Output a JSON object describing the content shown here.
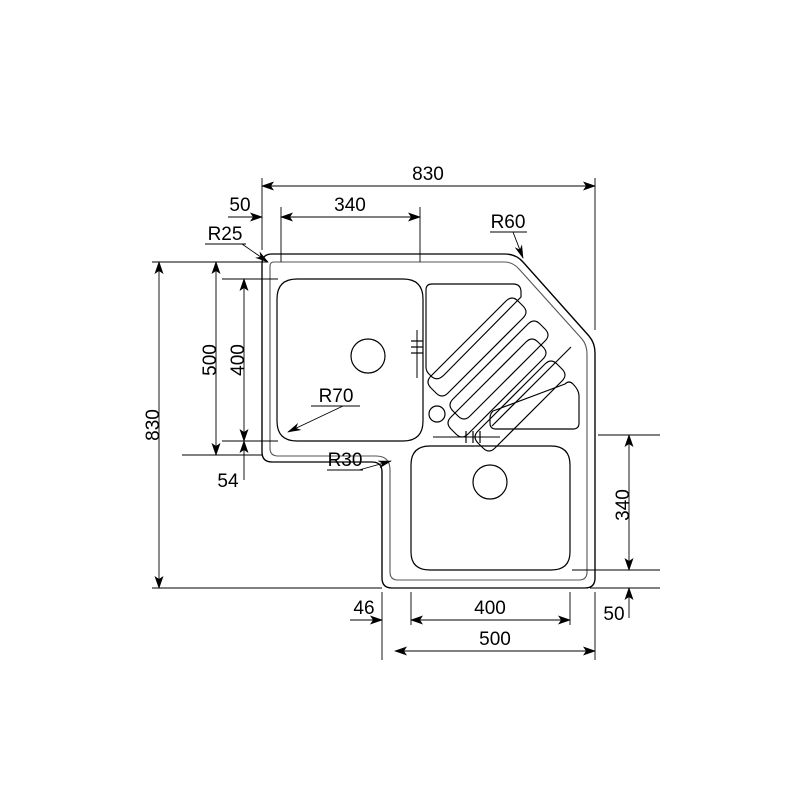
{
  "drawing": {
    "title": "Corner Kitchen Sink Technical Drawing",
    "type": "2d-orthographic-plan-view",
    "units": "mm",
    "line_color": "#000000",
    "background_color": "#ffffff"
  },
  "dimensions": {
    "top_overall": "830",
    "top_offset_left": "50",
    "top_bowl_width": "340",
    "left_overall": "830",
    "left_bowl_offset": "500",
    "left_bowl_height": "400",
    "left_bottom_offset": "54",
    "right_bowl_height": "340",
    "right_bottom_offset": "50",
    "bottom_left_offset": "46",
    "bottom_bowl_width": "400",
    "bottom_overall": "500"
  },
  "radii": {
    "corner_top_left": "R25",
    "corner_chamfer": "R60",
    "bowl_left": "R70",
    "step_inner": "R30"
  },
  "features": {
    "left_bowl": "left-sink-bowl",
    "right_bowl": "right-sink-bowl",
    "drainboard": "diagonal-drainboard",
    "drain_left": "left-drain-hole",
    "drain_right": "right-drain-hole",
    "tap_hole": "faucet-tap-hole",
    "rib_count": 4,
    "panel_count": 2
  },
  "chart_data": {
    "type": "table",
    "title": "Corner Kitchen Sink Technical Drawing",
    "categories": [
      "830",
      "50",
      "340",
      "830",
      "500",
      "400",
      "54",
      "340",
      "50",
      "46",
      "400",
      "500",
      "R25",
      "R60",
      "R70",
      "R30"
    ],
    "values": [
      830,
      50,
      340,
      830,
      500,
      400,
      54,
      340,
      50,
      46,
      400,
      500,
      25,
      60,
      70,
      30
    ]
  }
}
